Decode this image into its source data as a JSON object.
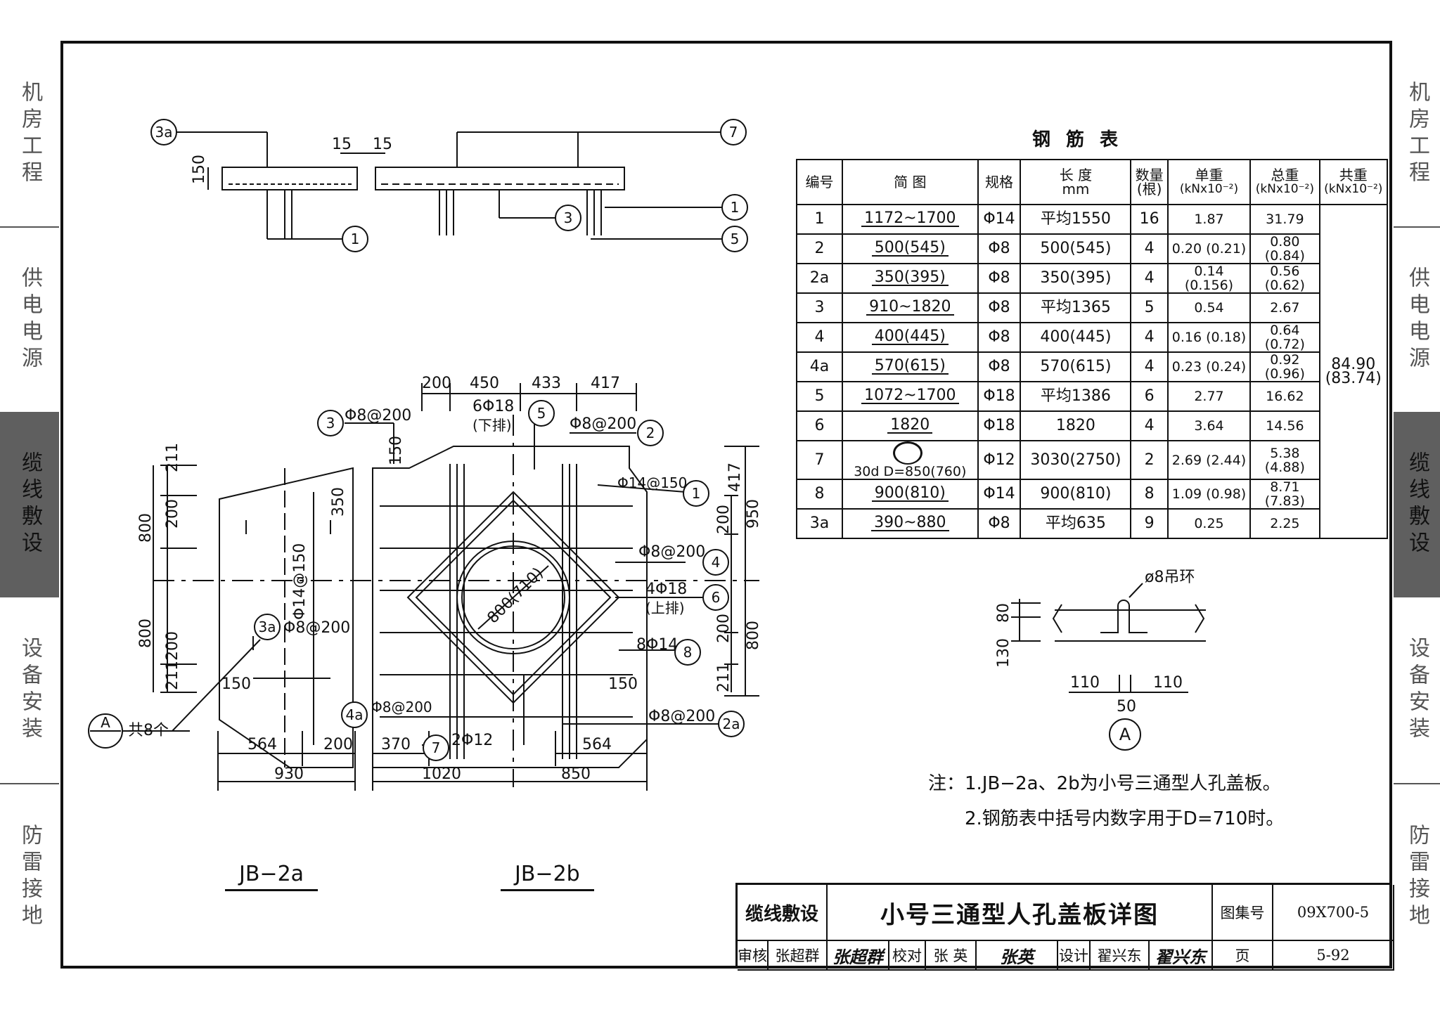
{
  "side_tabs": [
    {
      "label": "机房工程",
      "active": false
    },
    {
      "label": "供电电源",
      "active": false
    },
    {
      "label": "缆线敷设",
      "active": true
    },
    {
      "label": "设备安装",
      "active": false
    },
    {
      "label": "防雷接地",
      "active": false
    }
  ],
  "table": {
    "title": "钢筋表",
    "headers": {
      "no": "编号",
      "shape": "简  图",
      "spec": "规格",
      "length": "长  度",
      "length_unit": "mm",
      "qty": "数量",
      "qty_unit": "(根)",
      "unit_w": "单重",
      "unit_w_unit": "(kNx10⁻²)",
      "total_w": "总重",
      "total_w_unit": "(kNx10⁻²)",
      "all_w": "共重",
      "all_w_unit": "(kNx10⁻²)"
    },
    "rows": [
      {
        "no": "1",
        "shape": "1172~1700",
        "spec": "Φ14",
        "length": "平均1550",
        "qty": "16",
        "unit_w": "1.87",
        "total_w": "31.79"
      },
      {
        "no": "2",
        "shape": "500(545)",
        "spec": "Φ8",
        "length": "500(545)",
        "qty": "4",
        "unit_w": "0.20 (0.21)",
        "total_w": "0.80 (0.84)"
      },
      {
        "no": "2a",
        "shape": "350(395)",
        "spec": "Φ8",
        "length": "350(395)",
        "qty": "4",
        "unit_w": "0.14 (0.156)",
        "total_w": "0.56 (0.62)"
      },
      {
        "no": "3",
        "shape": "910~1820",
        "spec": "Φ8",
        "length": "平均1365",
        "qty": "5",
        "unit_w": "0.54",
        "total_w": "2.67"
      },
      {
        "no": "4",
        "shape": "400(445)",
        "spec": "Φ8",
        "length": "400(445)",
        "qty": "4",
        "unit_w": "0.16 (0.18)",
        "total_w": "0.64 (0.72)"
      },
      {
        "no": "4a",
        "shape": "570(615)",
        "spec": "Φ8",
        "length": "570(615)",
        "qty": "4",
        "unit_w": "0.23 (0.24)",
        "total_w": "0.92 (0.96)"
      },
      {
        "no": "5",
        "shape": "1072~1700",
        "spec": "Φ18",
        "length": "平均1386",
        "qty": "6",
        "unit_w": "2.77",
        "total_w": "16.62"
      },
      {
        "no": "6",
        "shape": "1820",
        "spec": "Φ18",
        "length": "1820",
        "qty": "4",
        "unit_w": "3.64",
        "total_w": "14.56"
      },
      {
        "no": "7",
        "shape": "30d D=850(760)",
        "spec": "Φ12",
        "length": "3030(2750)",
        "qty": "2",
        "unit_w": "2.69 (2.44)",
        "total_w": "5.38 (4.88)"
      },
      {
        "no": "8",
        "shape": "900(810)",
        "spec": "Φ14",
        "length": "900(810)",
        "qty": "8",
        "unit_w": "1.09 (0.98)",
        "total_w": "8.71 (7.83)"
      },
      {
        "no": "3a",
        "shape": "390~880",
        "spec": "Φ8",
        "length": "平均635",
        "qty": "9",
        "unit_w": "0.25",
        "total_w": "2.25"
      }
    ],
    "grand_total": "84.90",
    "grand_total_alt": "(83.74)"
  },
  "notes": {
    "line1": "注：1.JB−2a、2b为小号三通型人孔盖板。",
    "line2": "2.钢筋表中括号内数字用于D=710时。"
  },
  "drawings": {
    "jb2a": "JB−2a",
    "jb2b": "JB−2b",
    "detail_a": {
      "marker": "A",
      "hook": "ø8吊环",
      "d80": "80",
      "d130": "130",
      "d110a": "110",
      "d110b": "110",
      "d50": "50"
    },
    "dims": {
      "top_200": "200",
      "top_450": "450",
      "top_433": "433",
      "top_417": "417",
      "b_564a": "564",
      "b_200": "200",
      "b_930": "930",
      "b_370": "370",
      "b_1020": "1020",
      "b_564b": "564",
      "b_850": "850",
      "b_150a": "150",
      "b_150b": "150",
      "l_211a": "211",
      "l_200a": "200",
      "l_800a": "800",
      "l_800b": "800",
      "l_200b": "200",
      "l_211b": "211",
      "r_417": "417",
      "r_200a": "200",
      "r_950": "950",
      "r_200b": "200",
      "r_800": "800",
      "r_211": "211",
      "c_350": "350",
      "c_150": "150",
      "circle": "800(710)",
      "sec_150": "150",
      "sec_15a": "15",
      "sec_15b": "15"
    },
    "callouts": {
      "c3": "3",
      "c3a": "3a",
      "c1": "1",
      "c2": "2",
      "c2a": "2a",
      "c4": "4",
      "c4a": "4a",
      "c5": "5",
      "c6": "6",
      "c7": "7",
      "c8": "8",
      "cA": "A",
      "phi8_200": "Φ8@200",
      "phi14_150": "Φ14@150",
      "phi14_150v": "Φ14@150",
      "six_phi18": "6Φ18",
      "lower_row": "(下排)",
      "four_phi18": "4Φ18",
      "upper_row": "(上排)",
      "eight_phi14": "8Φ14",
      "two_phi12": "2Φ12",
      "total8": "共8个"
    }
  },
  "title_block": {
    "category": "缆线敷设",
    "title": "小号三通型人孔盖板详图",
    "atlas_label": "图集号",
    "atlas_no": "09X700-5",
    "review_label": "审核",
    "reviewer": "张超群",
    "check_label": "校对",
    "checker": "张 英",
    "design_label": "设计",
    "designer": "翟兴东",
    "page_label": "页",
    "page_no": "5-92",
    "sig1": "张超群",
    "sig2": "张英",
    "sig3": "翟兴东"
  }
}
